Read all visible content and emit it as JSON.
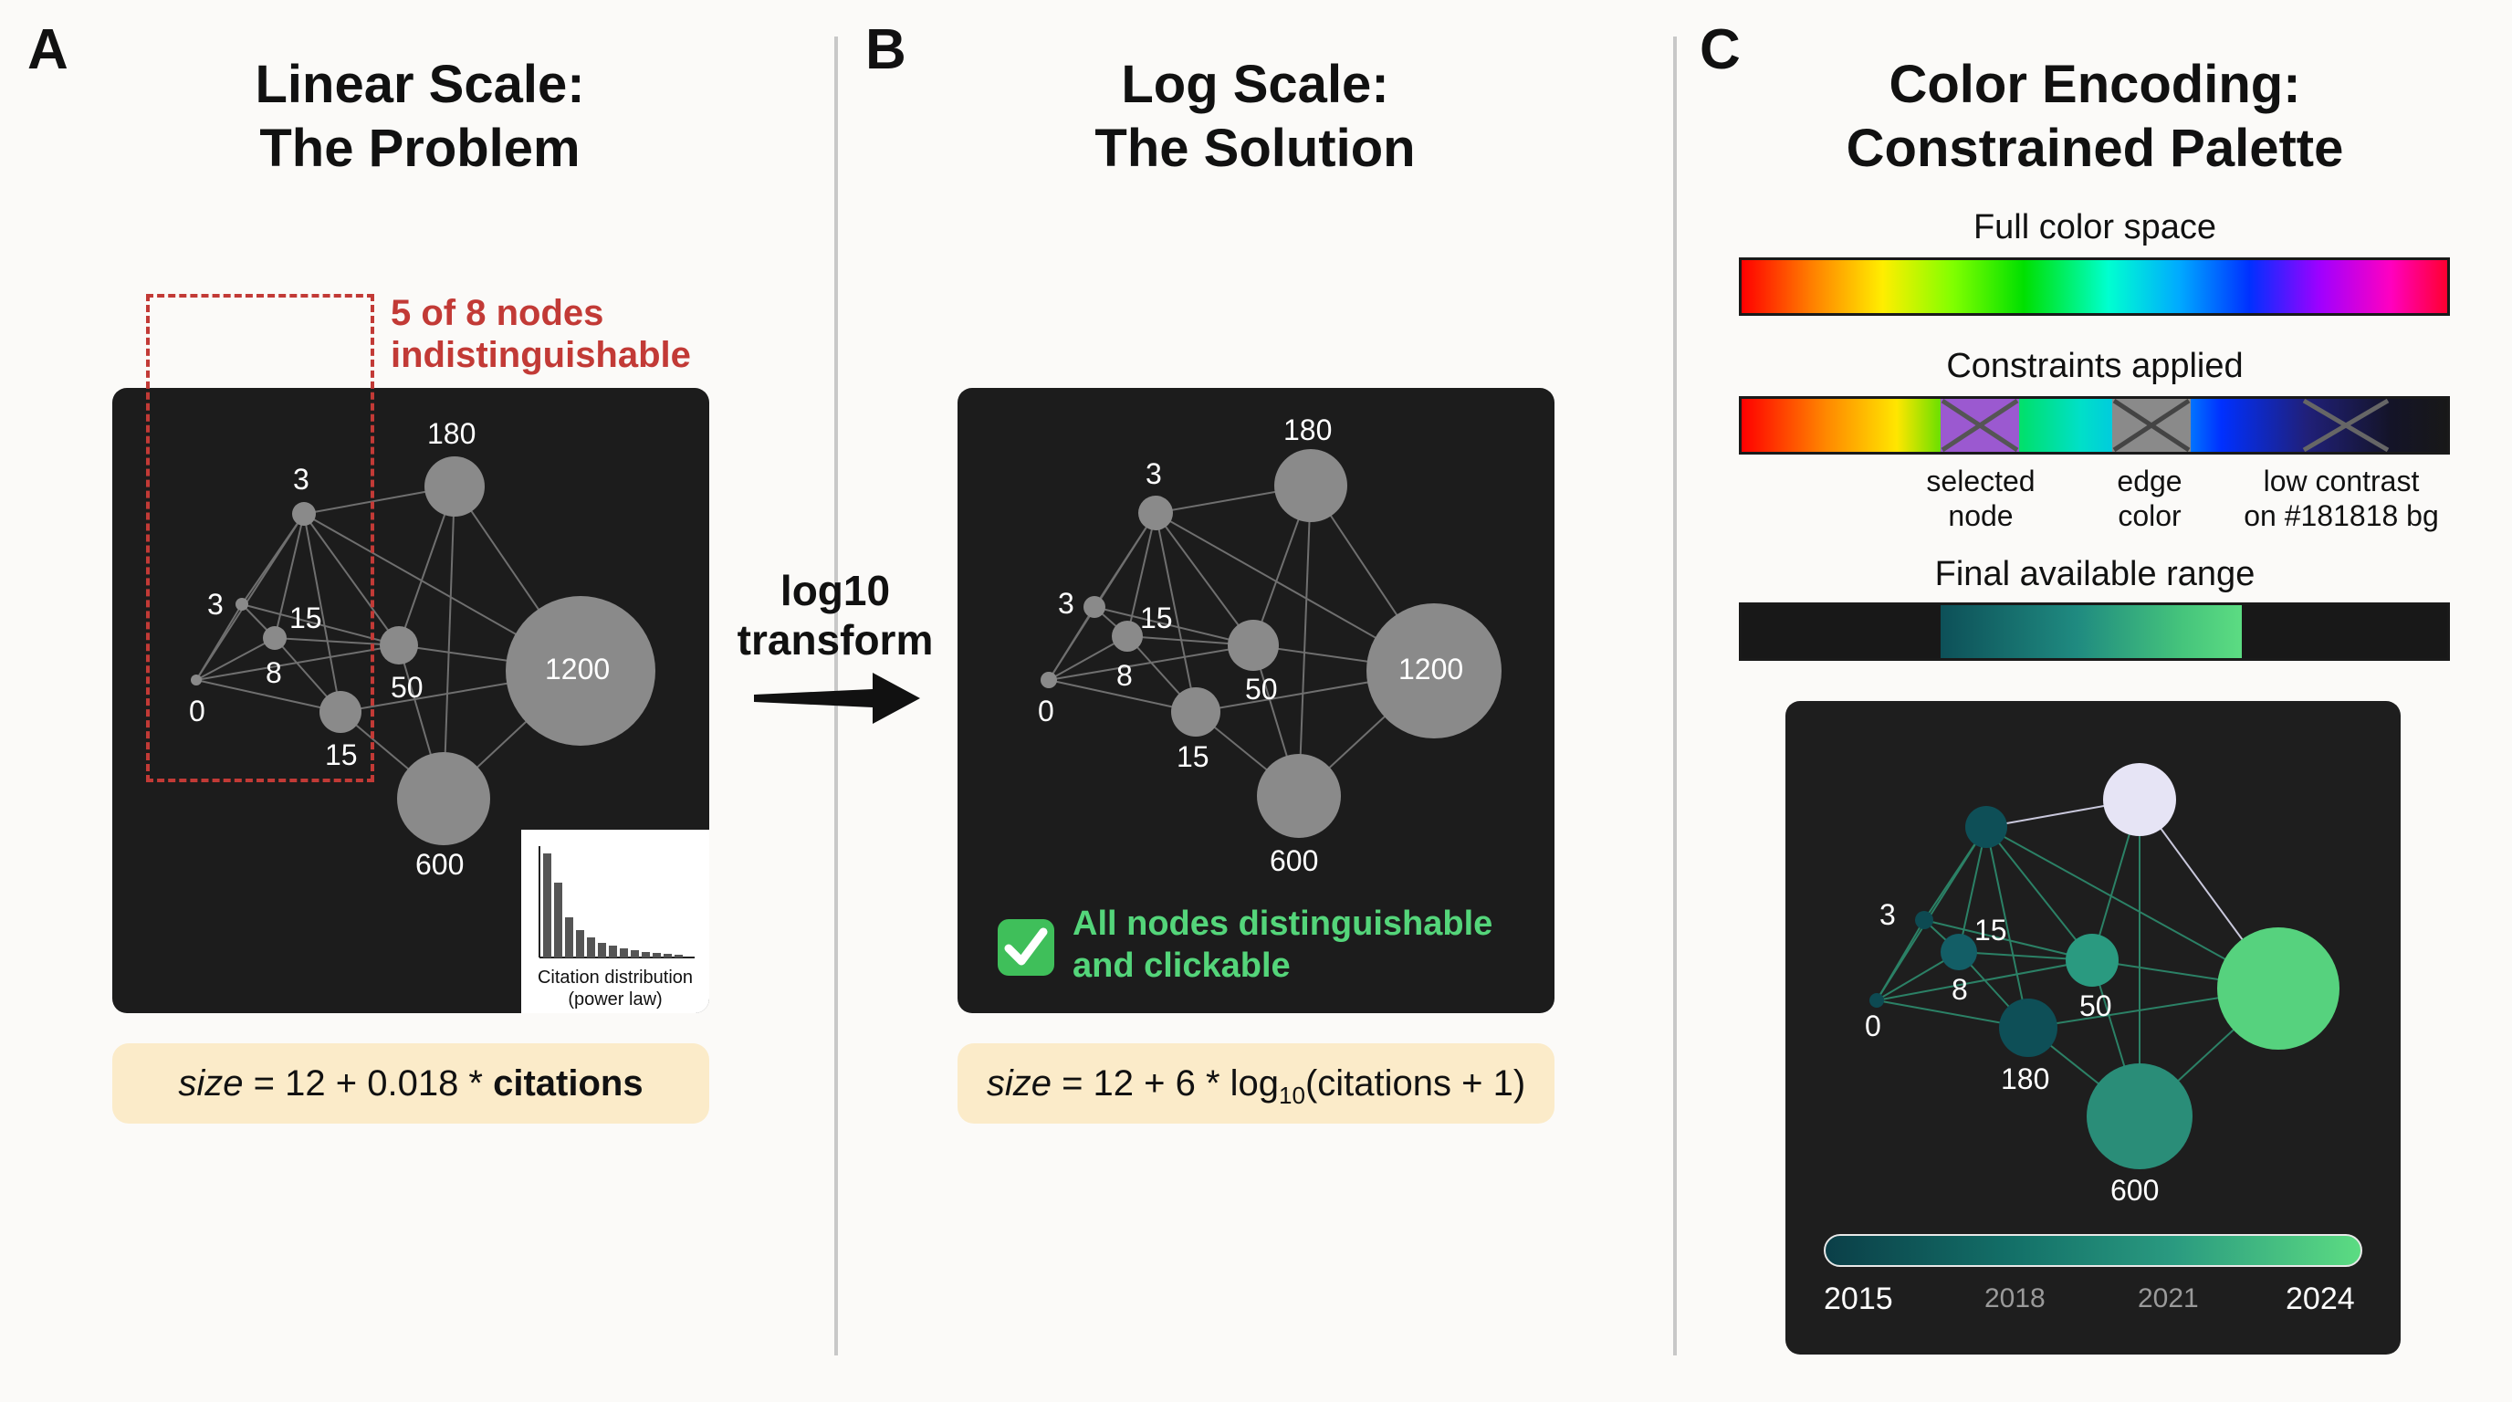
{
  "panels": {
    "a": {
      "letter": "A",
      "title_line1": "Linear Scale:",
      "title_line2": "The Problem",
      "warning_line1": "5 of 8 nodes",
      "warning_line2": "indistinguishable",
      "node_labels": [
        "180",
        "3",
        "3",
        "15",
        "8",
        "0",
        "50",
        "1200",
        "15",
        "600"
      ],
      "inset_caption_line1": "Citation distribution",
      "inset_caption_line2": "(power law)",
      "formula_var": "size",
      "formula_rest": " = 12 + 0.018 * ",
      "formula_bold": "citations"
    },
    "transform": {
      "line1": "log10",
      "line2": "transform"
    },
    "b": {
      "letter": "B",
      "title_line1": "Log Scale:",
      "title_line2": "The Solution",
      "node_labels": [
        "180",
        "3",
        "3",
        "15",
        "8",
        "0",
        "50",
        "1200",
        "15",
        "600"
      ],
      "check_icon": "check-mark-icon",
      "success_line1": "All nodes distinguishable",
      "success_line2": "and clickable",
      "formula_var": "size",
      "formula_mid": " = 12 + 6 * ",
      "formula_log": "log",
      "formula_sub": "10",
      "formula_tail": "(citations + 1)"
    },
    "c": {
      "letter": "C",
      "title_line1": "Color Encoding:",
      "title_line2": "Constrained Palette",
      "full_label": "Full color space",
      "constraints_label": "Constraints applied",
      "constraint1_line1": "selected",
      "constraint1_line2": "node",
      "constraint2_line1": "edge",
      "constraint2_line2": "color",
      "constraint3_line1": "low contrast",
      "constraint3_line2": "on #181818 bg",
      "final_label": "Final available range",
      "node_labels": [
        "3",
        "15",
        "8",
        "50",
        "0",
        "180",
        "600"
      ],
      "colorbar_ticks": [
        "2015",
        "2018",
        "2021",
        "2024"
      ]
    }
  },
  "colors": {
    "dark_bg": "#1c1c1c",
    "gray_node": "#8a8a8a",
    "warning_red": "#c23a36",
    "success_green": "#54d57a",
    "formula_bg": "#fbebc9",
    "teal_dark": "#0e4f57",
    "teal_mid": "#2a9a80",
    "green_light": "#56d27e",
    "selected_purple": "#9b59d0",
    "selected_white": "#e6e4f5"
  }
}
